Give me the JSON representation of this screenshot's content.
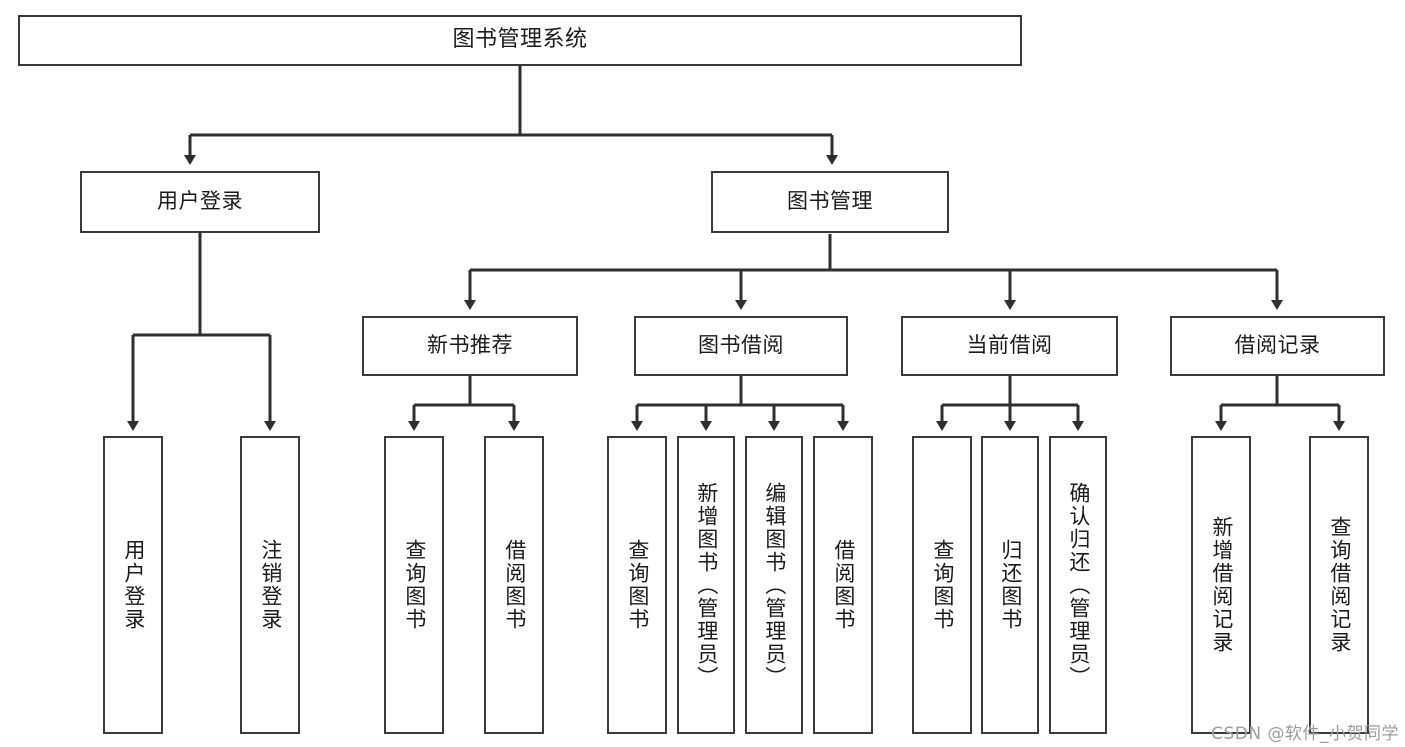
{
  "diagram": {
    "title": "图书管理系统",
    "type": "tree-hierarchy",
    "levels": 4,
    "colors": {
      "box_border": "#3a3a3a",
      "box_fill": "#ffffff",
      "connector": "#2f2f2f",
      "text": "#1b1b1b",
      "watermark": "#9c9c9c",
      "background": "#ffffff"
    }
  },
  "nodes": {
    "root": {
      "label": "图书管理系统"
    },
    "level2": [
      {
        "label": "用户登录"
      },
      {
        "label": "图书管理"
      }
    ],
    "level3": [
      {
        "label": "新书推荐"
      },
      {
        "label": "图书借阅"
      },
      {
        "label": "当前借阅"
      },
      {
        "label": "借阅记录"
      }
    ],
    "leaves": {
      "user_login": [
        {
          "label": "用户登录"
        },
        {
          "label": "注销登录"
        }
      ],
      "new_book_recommend": [
        {
          "label": "查询图书"
        },
        {
          "label": "借阅图书"
        }
      ],
      "book_borrow": [
        {
          "label": "查询图书"
        },
        {
          "label": "新增图书（管理员）"
        },
        {
          "label": "编辑图书（管理员）"
        },
        {
          "label": "借阅图书"
        }
      ],
      "current_borrow": [
        {
          "label": "查询图书"
        },
        {
          "label": "归还图书"
        },
        {
          "label": "确认归还（管理员）"
        }
      ],
      "borrow_record": [
        {
          "label": "新增借阅记录"
        },
        {
          "label": "查询借阅记录"
        }
      ]
    }
  },
  "watermark": {
    "text": "CSDN @软件_小贺同学"
  }
}
